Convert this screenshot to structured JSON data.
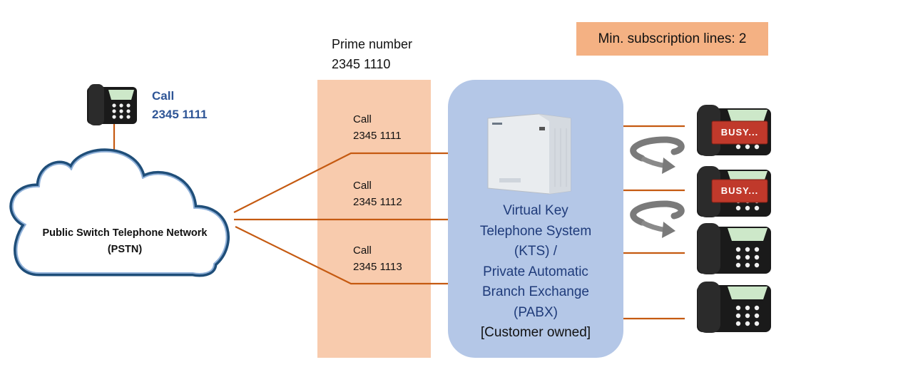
{
  "caller": {
    "call_label": "Call",
    "number": "2345 1111"
  },
  "prime": {
    "label": "Prime number",
    "number": "2345 1110"
  },
  "min_subscription": "Min. subscription lines: 2",
  "trunk_lines": [
    {
      "label": "Call",
      "number": "2345 1111"
    },
    {
      "label": "Call",
      "number": "2345 1112"
    },
    {
      "label": "Call",
      "number": "2345 1113"
    }
  ],
  "pstn": {
    "line1": "Public Switch Telephone Network",
    "line2": "(PSTN)"
  },
  "pabx": {
    "lines": [
      "Virtual Key",
      "Telephone System",
      "(KTS) /",
      "Private Automatic",
      "Branch Exchange",
      "(PABX)"
    ],
    "owned": "[Customer owned]"
  },
  "extensions": [
    {
      "status": "BUSY..."
    },
    {
      "status": "BUSY..."
    },
    {
      "status": ""
    },
    {
      "status": ""
    }
  ],
  "colors": {
    "line": "#c55a11",
    "cloud_border": "#1f4e79",
    "trunk_panel": "#f8cbad",
    "min_box": "#f4b183",
    "pabx_box": "#b4c7e7",
    "busy_tag": "#c0392b"
  }
}
